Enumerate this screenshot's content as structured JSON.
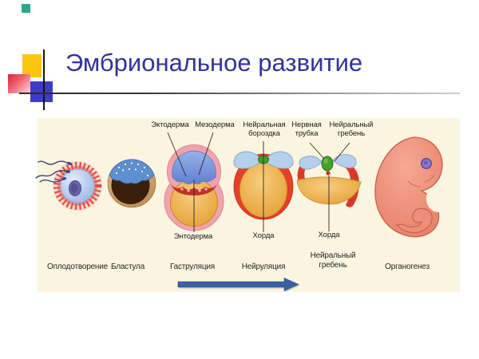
{
  "title": "Эмбриональное развитие",
  "figure_panel": {
    "top_labels": {
      "ectoderm": "Эктодерма",
      "mesoderm": "Мезодерма",
      "neural_groove": "Нейральная бороздка",
      "neural_tube": "Нервная трубка",
      "neural_crest": "Нейральный гребень"
    },
    "part_labels": {
      "endoderm": "Энтодерма",
      "chord_neurula": "Хорда",
      "chord_crest": "Хорда"
    },
    "stage_labels": {
      "fertilization": "Оплодотворение",
      "blastula": "Бластула",
      "gastrulation": "Гаструляция",
      "neurulation": "Нейруляция",
      "neural_crest": "Нейральный гребень",
      "organogenesis": "Органогенез"
    }
  },
  "colors": {
    "title_text": "#32329b",
    "panel_background": "#fbf5e0",
    "arrow_blue": "#3a5fa3",
    "accent_teal": "#2ba888",
    "accent_yellow": "#fcc40c",
    "accent_red": "#dd2233",
    "accent_blue": "#3c3cc8"
  }
}
